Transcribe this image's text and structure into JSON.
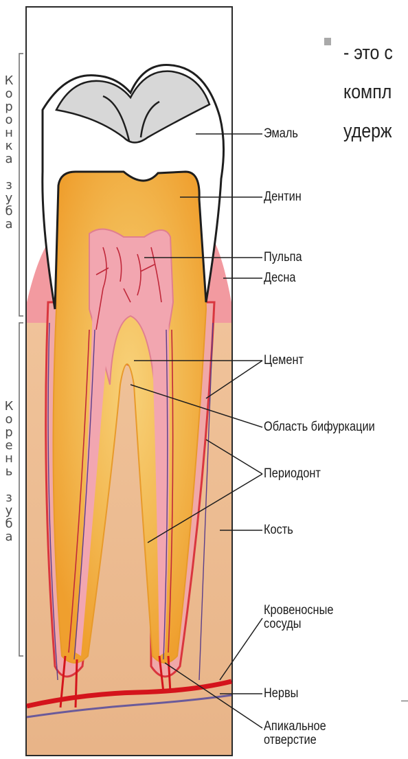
{
  "diagram": {
    "side_labels": {
      "crown": "Коронка зуба",
      "root": "Корень зуба"
    },
    "labels": [
      {
        "id": "enamel",
        "text": "Эмаль"
      },
      {
        "id": "dentin",
        "text": "Дентин"
      },
      {
        "id": "pulp",
        "text": "Пульпа"
      },
      {
        "id": "gum",
        "text": "Десна"
      },
      {
        "id": "cement",
        "text": "Цемент"
      },
      {
        "id": "bifurcation",
        "text": "Область бифуркации"
      },
      {
        "id": "periodont",
        "text": "Периодонт"
      },
      {
        "id": "bone",
        "text": "Кость"
      },
      {
        "id": "vessels_1",
        "text": "Кровеносные"
      },
      {
        "id": "vessels_2",
        "text": "сосуды"
      },
      {
        "id": "nerves",
        "text": "Нервы"
      },
      {
        "id": "apical_1",
        "text": "Апикальное"
      },
      {
        "id": "apical_2",
        "text": "отверстие"
      }
    ]
  },
  "slide_text": {
    "line1": "- это с",
    "line2": "компл",
    "line3": "удерж"
  }
}
